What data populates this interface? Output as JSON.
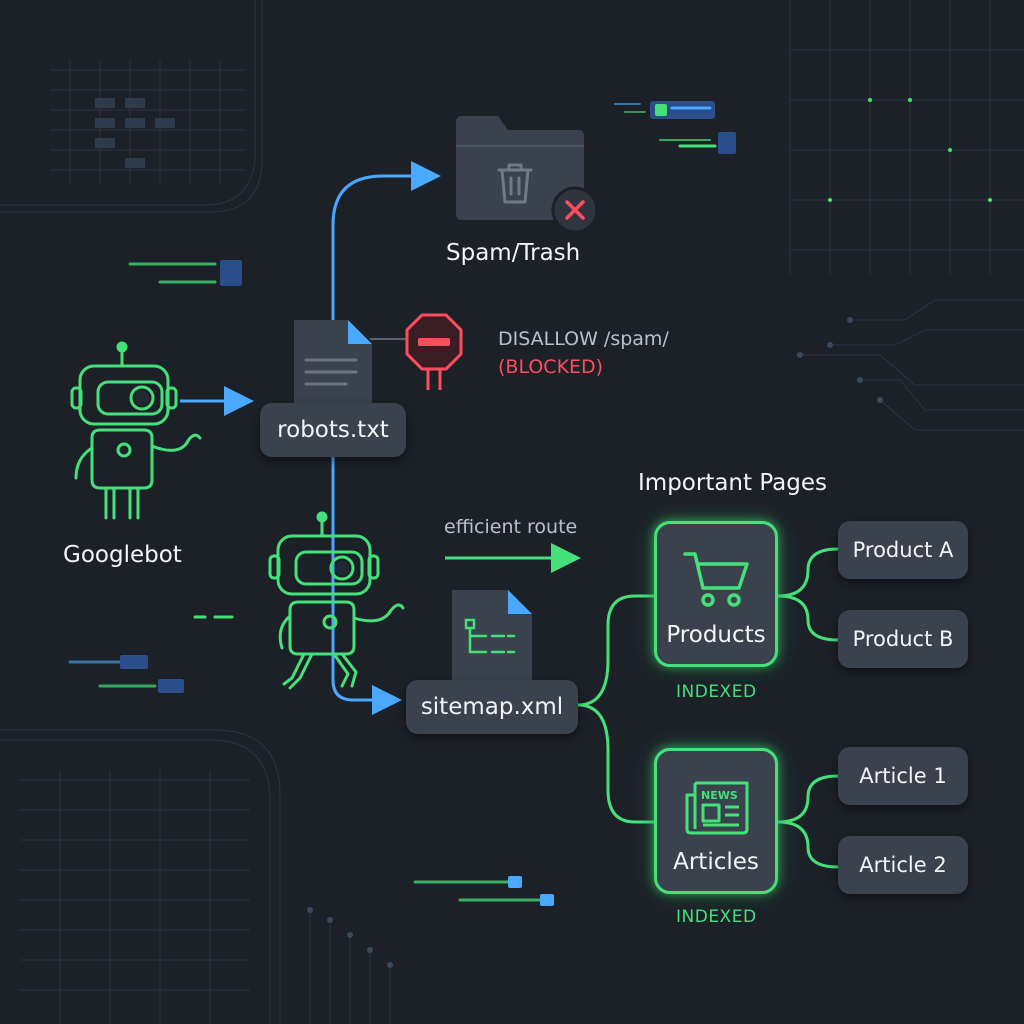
{
  "labels": {
    "googlebot": "Googlebot",
    "robots": "robots.txt",
    "sitemap": "sitemap.xml",
    "spam_trash": "Spam/Trash",
    "disallow": "DISALLOW /spam/",
    "blocked": "(BLOCKED)",
    "important_pages": "Important Pages",
    "efficient_route": "efficient route",
    "products": "Products",
    "articles": "Articles",
    "indexed_products": "INDEXED",
    "indexed_articles": "INDEXED",
    "product_a": "Product A",
    "product_b": "Product B",
    "article_1": "Article 1",
    "article_2": "Article 2",
    "news_badge": "NEWS"
  },
  "colors": {
    "background": "#1c2128",
    "node": "#3a424d",
    "green_glow": "#45e07a",
    "blue_path": "#4aa8ff",
    "blocked_red": "#ff4d5e",
    "text": "#f2f4f7",
    "muted_text": "#b8c0cc"
  },
  "icons": [
    "robot-icon",
    "document-icon",
    "sitemap-document-icon",
    "folder-icon",
    "trash-icon",
    "x-badge-icon",
    "stop-sign-icon",
    "cart-icon",
    "news-icon"
  ]
}
